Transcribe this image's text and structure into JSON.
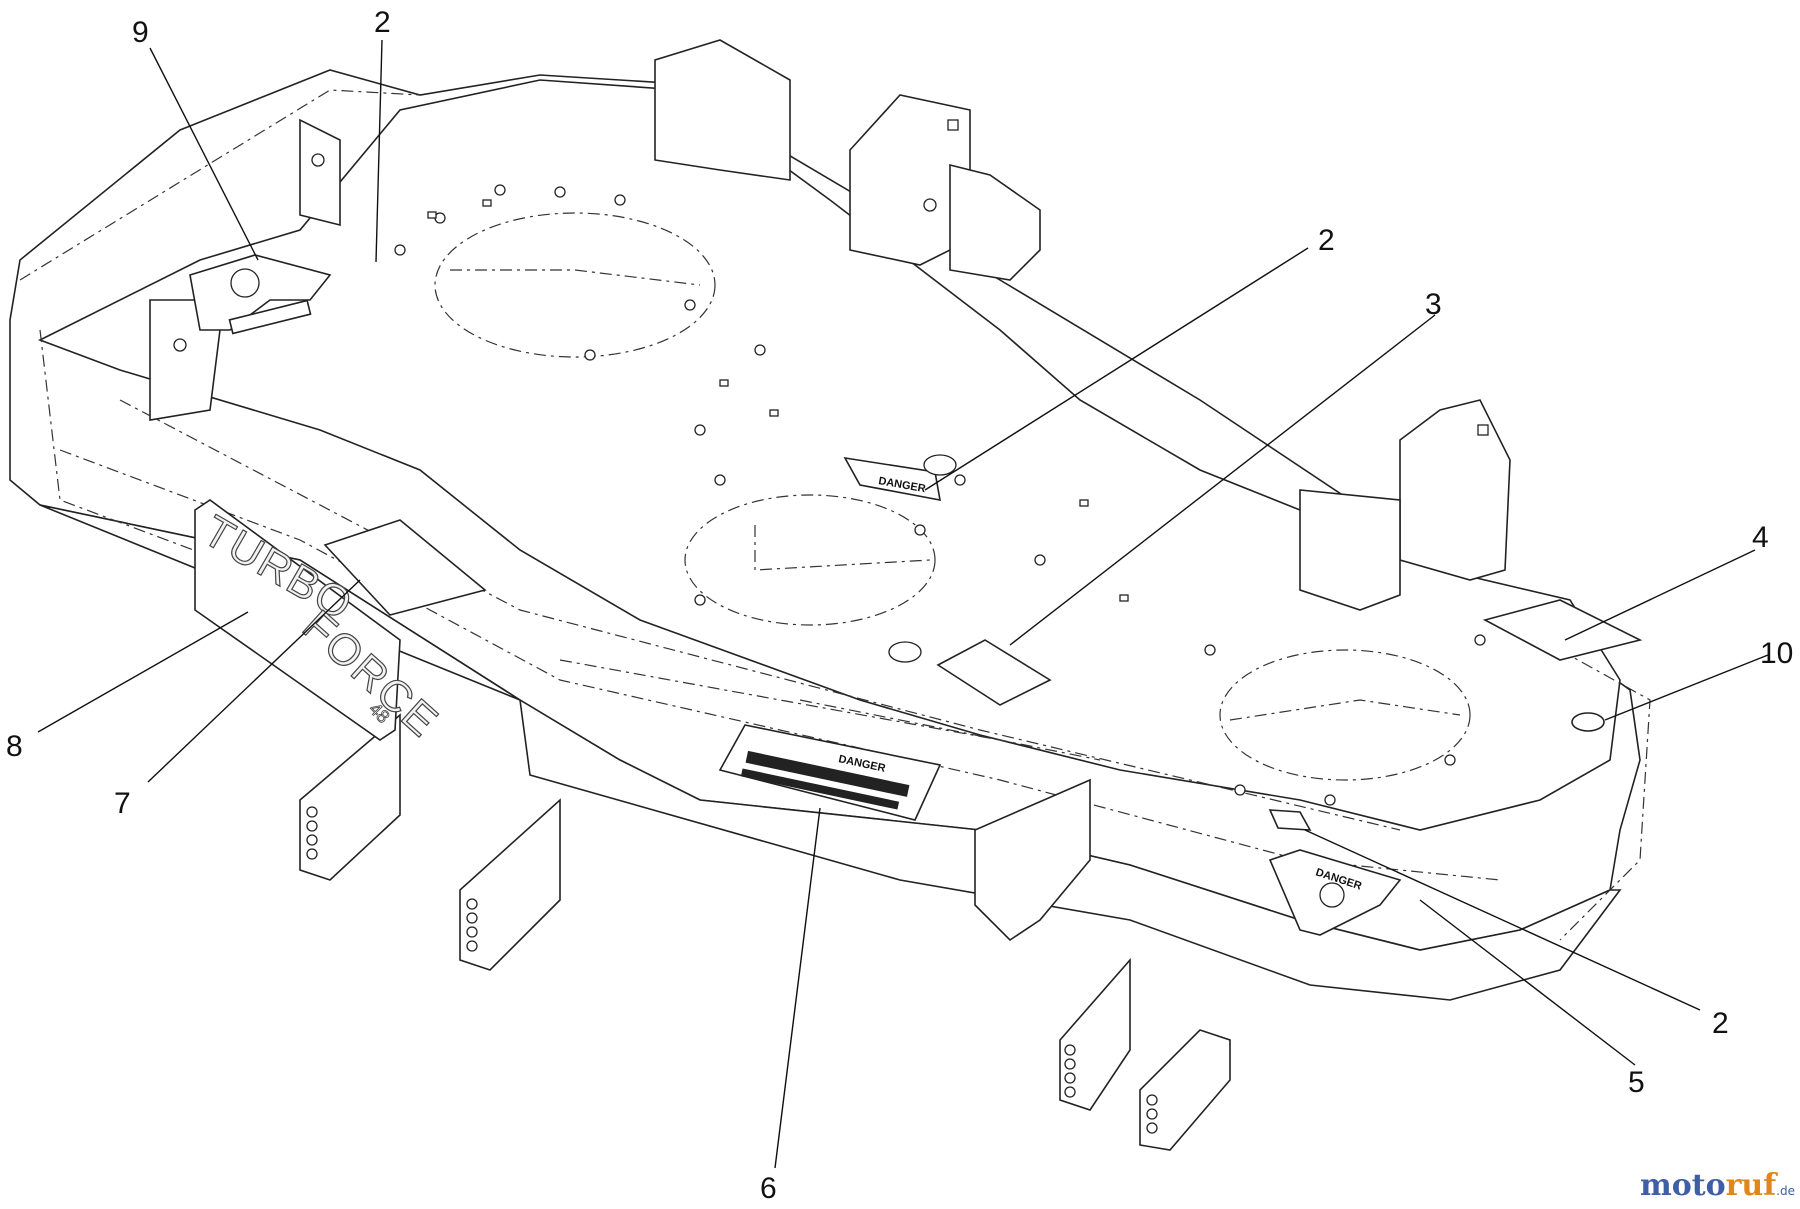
{
  "callouts": {
    "c9": "9",
    "c2a": "2",
    "c2b": "2",
    "c3": "3",
    "c4": "4",
    "c10": "10",
    "c8": "8",
    "c7": "7",
    "c6": "6",
    "c2c": "2",
    "c5": "5"
  },
  "decals": {
    "danger_label": "DANGER",
    "brand_word1": "TURBO",
    "brand_word2": "FORCE",
    "brand_size": "48"
  },
  "watermark": {
    "part1": "moto",
    "part2": "ruf",
    "part3": ".de"
  }
}
